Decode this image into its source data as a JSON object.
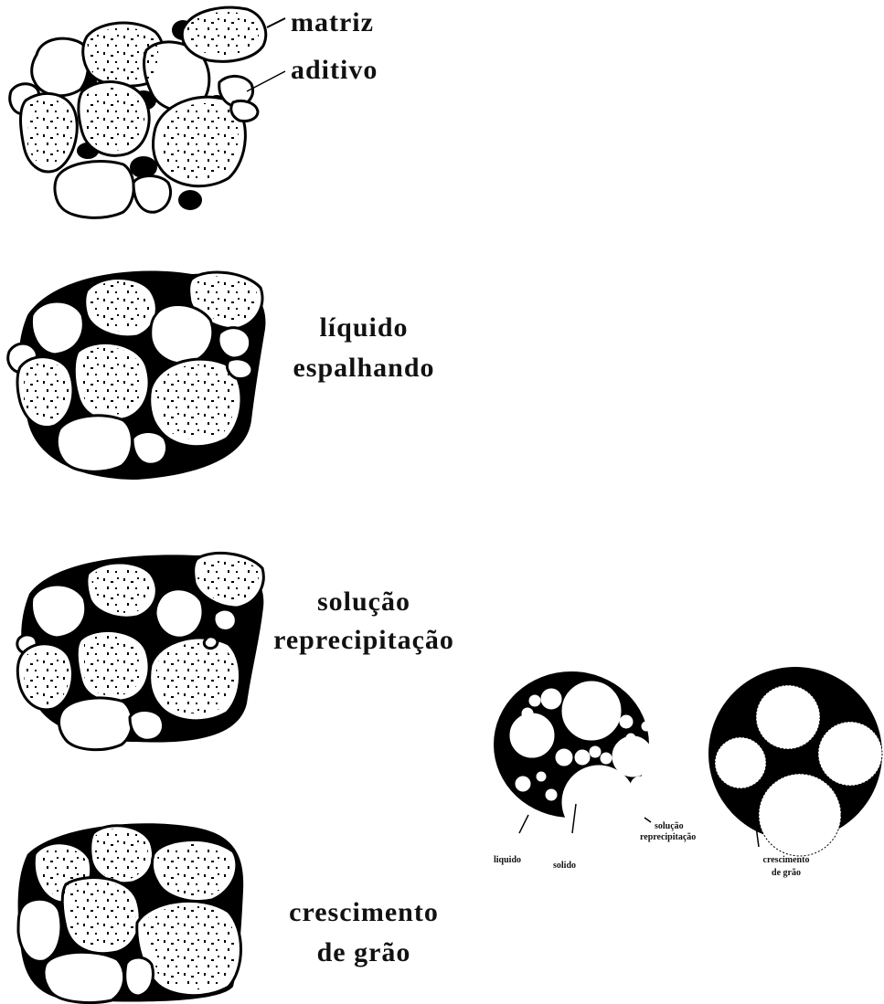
{
  "stages": [
    {
      "label_lines": [
        "matriz",
        "aditivo"
      ]
    },
    {
      "label_lines": [
        "líquido",
        "espalhando"
      ]
    },
    {
      "label_lines": [
        "solução",
        "reprecipitação"
      ]
    },
    {
      "label_lines": [
        "crescimento",
        "de grão"
      ]
    }
  ],
  "detail": {
    "left_labels": {
      "liquid": "liquido",
      "solid": "solido"
    },
    "middle_label_lines": [
      "solução",
      "reprecipitação"
    ],
    "right_label_lines": [
      "crescimento",
      "de grão"
    ]
  },
  "colors": {
    "ink": "#000000",
    "grain": "#ffffff",
    "background": "#ffffff"
  }
}
